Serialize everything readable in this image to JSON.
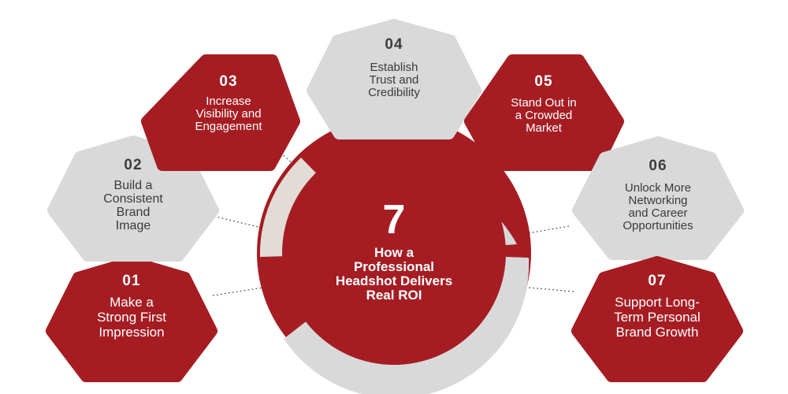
{
  "colors": {
    "dark": "#a51d23",
    "light": "#d9d9d9",
    "ring_light": "#e3dcd6",
    "connector": "#555555"
  },
  "center": {
    "number": "7",
    "title": "How a\nProfessional\nHeadshot Delivers\nReal ROI"
  },
  "steps": [
    {
      "number": "01",
      "text": "Make a\nStrong First\nImpression",
      "style": "dark"
    },
    {
      "number": "02",
      "text": "Build a\nConsistent\nBrand\nImage",
      "style": "light"
    },
    {
      "number": "03",
      "text": "Increase\nVisibility and\nEngagement",
      "style": "dark"
    },
    {
      "number": "04",
      "text": "Establish\nTrust and\nCredibility",
      "style": "light"
    },
    {
      "number": "05",
      "text": "Stand Out in\na Crowded\nMarket",
      "style": "dark"
    },
    {
      "number": "06",
      "text": "Unlock More\nNetworking\nand Career\nOpportunities",
      "style": "light"
    },
    {
      "number": "07",
      "text": "Support Long-\nTerm Personal\nBrand Growth",
      "style": "dark"
    }
  ]
}
